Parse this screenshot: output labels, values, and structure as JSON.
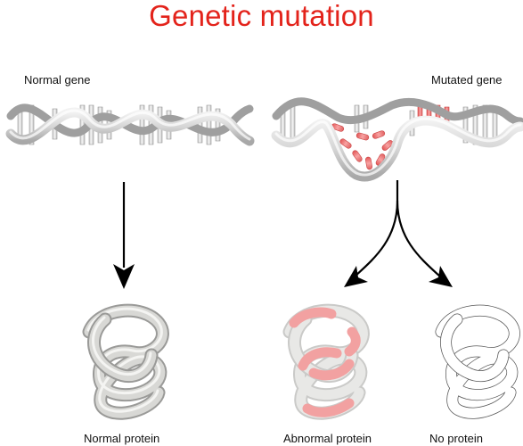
{
  "title": "Genetic mutation",
  "labels": {
    "normal_gene": "Normal gene",
    "mutated_gene": "Mutated gene",
    "normal_protein": "Normal protein",
    "abnormal_protein": "Abnormal protein",
    "no_protein": "No protein"
  },
  "colors": {
    "title": "#e3231b",
    "strand": "#d9d9d9",
    "strand_shade": "#a9a9a9",
    "mutation": "#ee6e6e",
    "arrow": "#000000"
  }
}
